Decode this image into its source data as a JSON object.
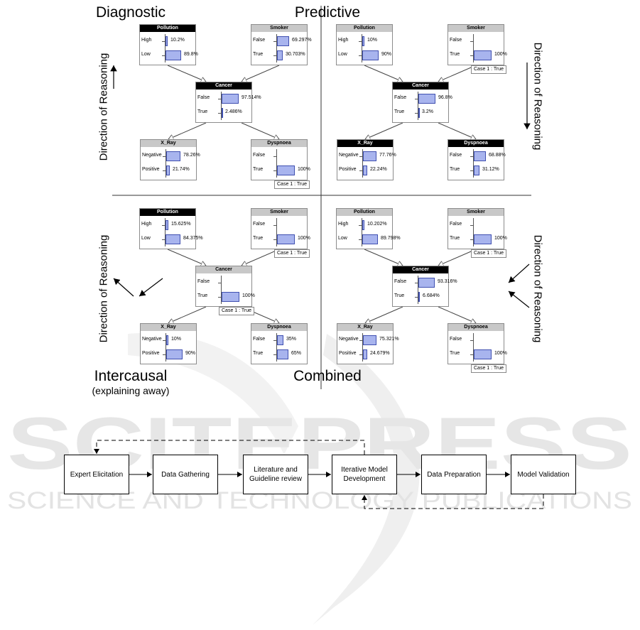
{
  "watermark": {
    "brand": "SCITEPRESS",
    "tagline": "SCIENCE AND TECHNOLOGY PUBLICATIONS"
  },
  "quadrants": [
    {
      "id": "diagnostic",
      "title": "Diagnostic",
      "subtitle": "",
      "direction_label": "Direction of Reasoning",
      "nodes": {
        "pollution": {
          "name": "Pollution",
          "states": [
            {
              "label": "High",
              "pct": "10.2%",
              "value": 10.2
            },
            {
              "label": "Low",
              "pct": "89.8%",
              "value": 89.8
            }
          ]
        },
        "smoker": {
          "name": "Smoker",
          "states": [
            {
              "label": "False",
              "pct": "69.297%",
              "value": 69.297
            },
            {
              "label": "True",
              "pct": "30.703%",
              "value": 30.703
            }
          ]
        },
        "cancer": {
          "name": "Cancer",
          "states": [
            {
              "label": "False",
              "pct": "97.514%",
              "value": 97.514
            },
            {
              "label": "True",
              "pct": "2.486%",
              "value": 2.486
            }
          ]
        },
        "xray": {
          "name": "X_Ray",
          "states": [
            {
              "label": "Negative",
              "pct": "78.26%",
              "value": 78.26
            },
            {
              "label": "Positive",
              "pct": "21.74%",
              "value": 21.74
            }
          ]
        },
        "dyspnoea": {
          "name": "Dyspnoea",
          "states": [
            {
              "label": "False",
              "pct": "",
              "value": 0
            },
            {
              "label": "True",
              "pct": "100%",
              "value": 100
            }
          ],
          "case": "Case 1 : True"
        }
      }
    },
    {
      "id": "predictive",
      "title": "Predictive",
      "subtitle": "",
      "direction_label": "Direction of Reasoning",
      "nodes": {
        "pollution": {
          "name": "Pollution",
          "states": [
            {
              "label": "High",
              "pct": "10%",
              "value": 10
            },
            {
              "label": "Low",
              "pct": "90%",
              "value": 90
            }
          ]
        },
        "smoker": {
          "name": "Smoker",
          "states": [
            {
              "label": "False",
              "pct": "",
              "value": 0
            },
            {
              "label": "True",
              "pct": "100%",
              "value": 100
            }
          ],
          "case": "Case 1 : True"
        },
        "cancer": {
          "name": "Cancer",
          "states": [
            {
              "label": "False",
              "pct": "96.8%",
              "value": 96.8
            },
            {
              "label": "True",
              "pct": "3.2%",
              "value": 3.2
            }
          ]
        },
        "xray": {
          "name": "X_Ray",
          "states": [
            {
              "label": "Negative",
              "pct": "77.76%",
              "value": 77.76
            },
            {
              "label": "Positive",
              "pct": "22.24%",
              "value": 22.24
            }
          ]
        },
        "dyspnoea": {
          "name": "Dyspnoea",
          "states": [
            {
              "label": "False",
              "pct": "68.88%",
              "value": 68.88
            },
            {
              "label": "True",
              "pct": "31.12%",
              "value": 31.12
            }
          ]
        }
      }
    },
    {
      "id": "intercausal",
      "title": "Intercausal",
      "subtitle": "(explaining away)",
      "direction_label": "Direction of Reasoning",
      "nodes": {
        "pollution": {
          "name": "Pollution",
          "states": [
            {
              "label": "High",
              "pct": "15.625%",
              "value": 15.625
            },
            {
              "label": "Low",
              "pct": "84.375%",
              "value": 84.375
            }
          ]
        },
        "smoker": {
          "name": "Smoker",
          "states": [
            {
              "label": "False",
              "pct": "",
              "value": 0
            },
            {
              "label": "True",
              "pct": "100%",
              "value": 100
            }
          ],
          "case": "Case 1 : True"
        },
        "cancer": {
          "name": "Cancer",
          "states": [
            {
              "label": "False",
              "pct": "",
              "value": 0
            },
            {
              "label": "True",
              "pct": "100%",
              "value": 100
            }
          ],
          "case": "Case 1 : True"
        },
        "xray": {
          "name": "X_Ray",
          "states": [
            {
              "label": "Negative",
              "pct": "10%",
              "value": 10
            },
            {
              "label": "Positive",
              "pct": "90%",
              "value": 90
            }
          ]
        },
        "dyspnoea": {
          "name": "Dyspnoea",
          "states": [
            {
              "label": "False",
              "pct": "35%",
              "value": 35
            },
            {
              "label": "True",
              "pct": "65%",
              "value": 65
            }
          ]
        }
      }
    },
    {
      "id": "combined",
      "title": "Combined",
      "subtitle": "",
      "direction_label": "Direction of Reasoning",
      "nodes": {
        "pollution": {
          "name": "Pollution",
          "states": [
            {
              "label": "High",
              "pct": "10.202%",
              "value": 10.202
            },
            {
              "label": "Low",
              "pct": "89.798%",
              "value": 89.798
            }
          ]
        },
        "smoker": {
          "name": "Smoker",
          "states": [
            {
              "label": "False",
              "pct": "",
              "value": 0
            },
            {
              "label": "True",
              "pct": "100%",
              "value": 100
            }
          ],
          "case": "Case 1 : True"
        },
        "cancer": {
          "name": "Cancer",
          "states": [
            {
              "label": "False",
              "pct": "93.316%",
              "value": 93.316
            },
            {
              "label": "True",
              "pct": "6.684%",
              "value": 6.684
            }
          ]
        },
        "xray": {
          "name": "X_Ray",
          "states": [
            {
              "label": "Negative",
              "pct": "75.321%",
              "value": 75.321
            },
            {
              "label": "Positive",
              "pct": "24.679%",
              "value": 24.679
            }
          ]
        },
        "dyspnoea": {
          "name": "Dyspnoea",
          "states": [
            {
              "label": "False",
              "pct": "",
              "value": 0
            },
            {
              "label": "True",
              "pct": "100%",
              "value": 100
            }
          ],
          "case": "Case 1 : True"
        }
      }
    }
  ],
  "flow": {
    "steps": [
      "Expert Elicitation",
      "Data Gathering",
      "Literature and Guideline review",
      "Iterative Model Development",
      "Data Preparation",
      "Model Validation"
    ]
  },
  "colors": {
    "bar_fill": "#a8b4ee",
    "bar_border": "#4050b0",
    "header_black": "#000000",
    "header_grey": "#c8c8c8",
    "watermark": "#e6e6e6"
  }
}
